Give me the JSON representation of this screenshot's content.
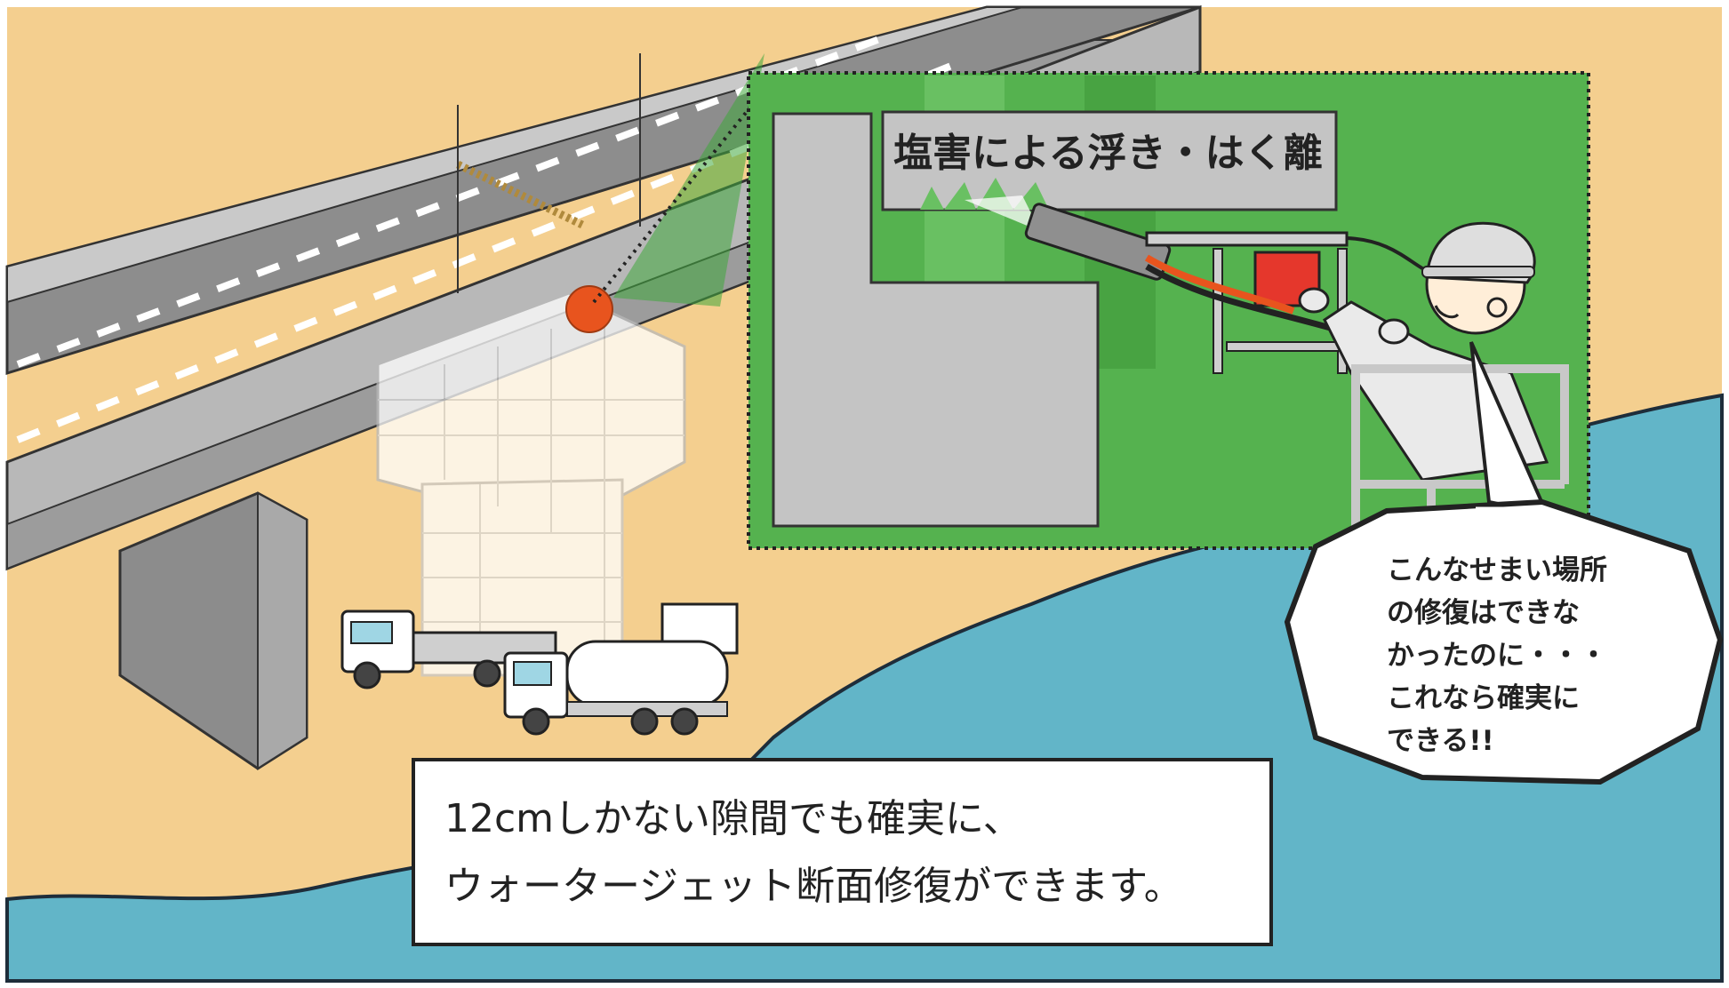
{
  "callout_damage": "塩害による浮き・はく離",
  "speech_bubble": {
    "lines": [
      "こんなせまい場所",
      "の修復はできな",
      "かったのに・・・",
      "これなら確実に",
      "できる!!"
    ]
  },
  "caption": {
    "lines": [
      "12cmしかない隙間でも確実に、",
      "ウォータージェット断面修復ができます。"
    ]
  },
  "colors": {
    "sand": "#f4cf8f",
    "sea": "#62b5c8",
    "highlight_green": "#55b24f",
    "marker": "#e8541e",
    "concrete": "#c4c4c4",
    "pump_red": "#e5372c"
  }
}
